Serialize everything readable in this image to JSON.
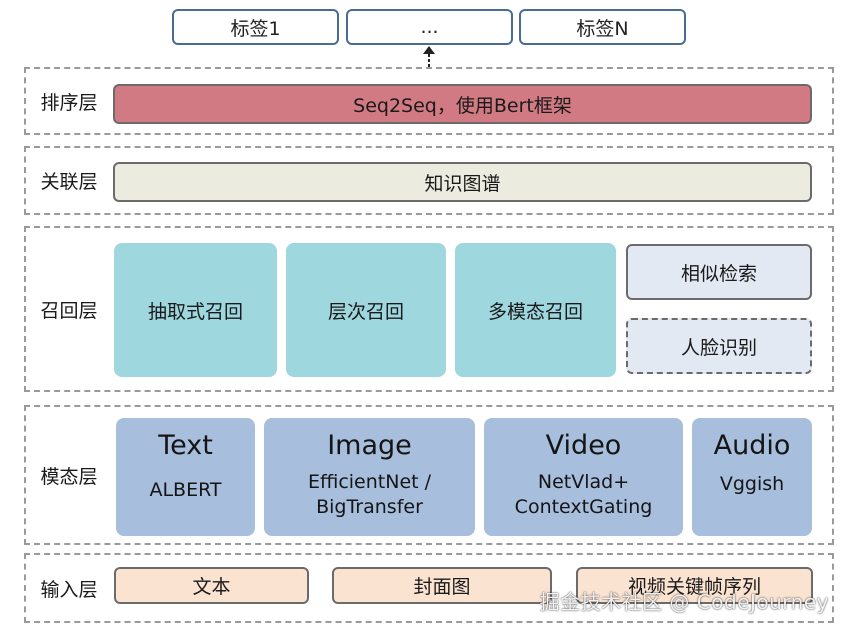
{
  "output_tags": [
    "标签1",
    "...",
    "标签N"
  ],
  "layers": {
    "sort": {
      "label": "排序层",
      "bar": "Seq2Seq，使用Bert框架"
    },
    "association": {
      "label": "关联层",
      "bar": "知识图谱"
    },
    "recall": {
      "label": "召回层",
      "methods": [
        "抽取式召回",
        "层次召回",
        "多模态召回"
      ],
      "side": [
        "相似检索",
        "人脸识别"
      ]
    },
    "modality": {
      "label": "模态层",
      "items": [
        {
          "title": "Text",
          "model": "ALBERT"
        },
        {
          "title": "Image",
          "model": "EfficientNet / BigTransfer"
        },
        {
          "title": "Video",
          "model": "NetVlad+ ContextGating"
        },
        {
          "title": "Audio",
          "model": "Vggish"
        }
      ]
    },
    "input": {
      "label": "输入层",
      "items": [
        "文本",
        "封面图",
        "视频关键帧序列"
      ]
    }
  },
  "watermark": "掘金技术社区 @ CodeJourney",
  "colors": {
    "tag_border": "#4a6c94",
    "sort_bar": "#d27a84",
    "assoc_bar": "#ecebdf",
    "recall_box": "#9fd7df",
    "recall_side": "#e3e9f2",
    "modality_box": "#a7bedd",
    "input_box": "#fbe3d2"
  }
}
